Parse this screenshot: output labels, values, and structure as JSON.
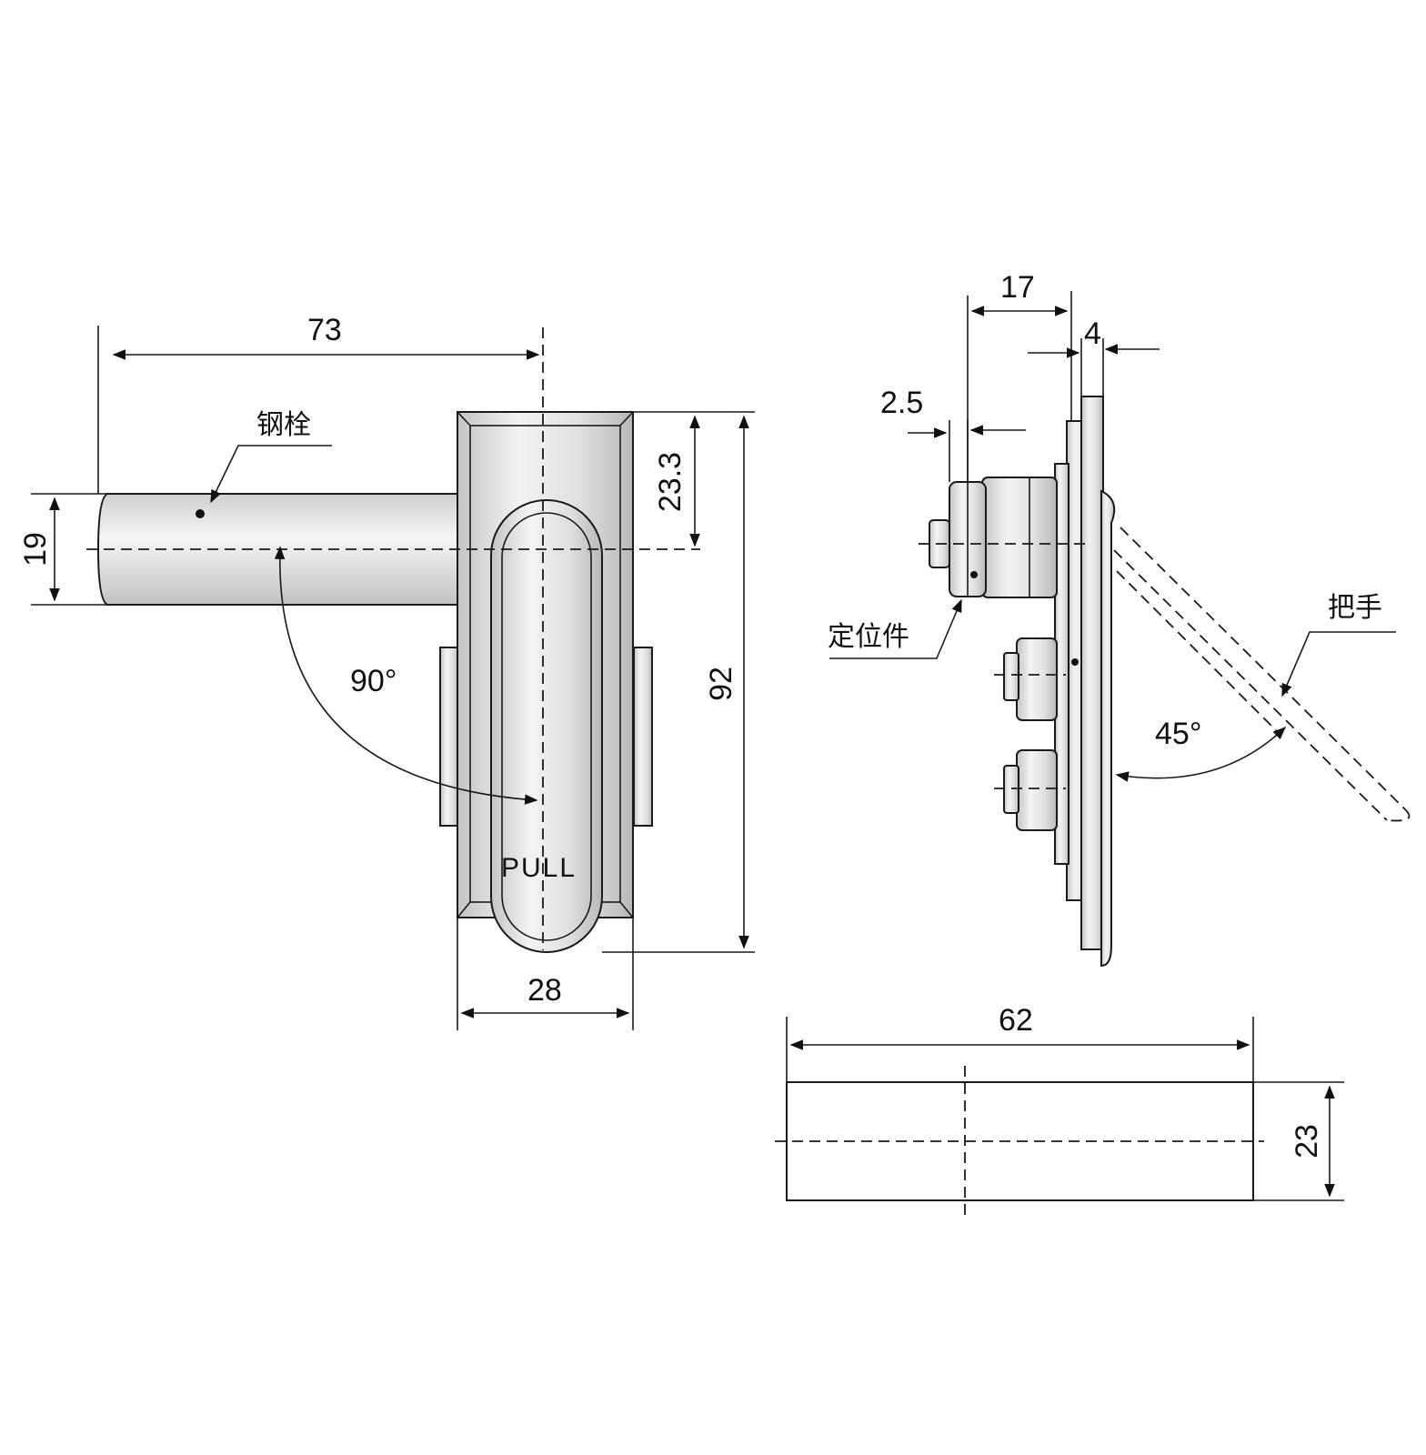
{
  "front_view": {
    "width_73": "73",
    "height_19": "19",
    "offset_23_3": "23.3",
    "height_92": "92",
    "width_28": "28",
    "angle_90": "90°",
    "label_steel_bolt": "钢栓",
    "handle_text": "PULL"
  },
  "side_view": {
    "depth_17": "17",
    "thickness_4": "4",
    "gap_2_5": "2.5",
    "angle_45": "45°",
    "label_locator": "定位件",
    "label_handle": "把手"
  },
  "bottom_view": {
    "width_62": "62",
    "height_23": "23"
  },
  "colors": {
    "line": "#1a1a1a",
    "metal_light": "#f2f2f2",
    "metal_dark": "#b8b8b8"
  }
}
